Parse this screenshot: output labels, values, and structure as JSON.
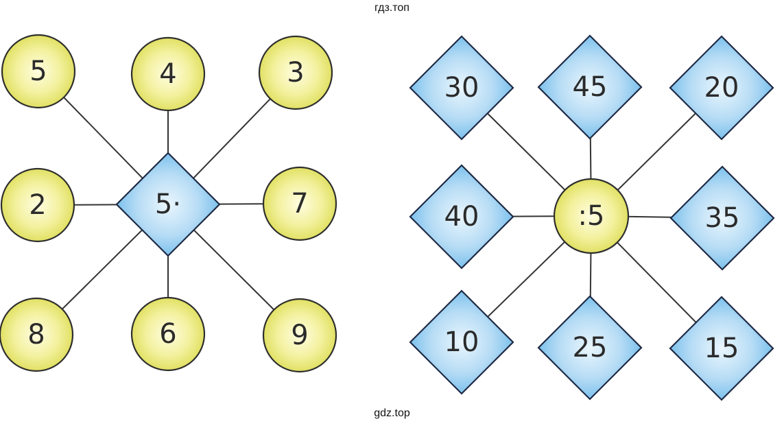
{
  "watermarks": {
    "top": "гдз.топ",
    "bottom": "gdz.top"
  },
  "colors": {
    "circle_center": "#fffde0",
    "circle_edge": "#dcdc55",
    "diamond_center": "#eaf6fd",
    "diamond_edge": "#5fb3e8",
    "stroke": "#2e2e2e"
  },
  "left_star": {
    "center": "5·",
    "outer": [
      "5",
      "4",
      "3",
      "2",
      "7",
      "8",
      "6",
      "9"
    ]
  },
  "right_star": {
    "center": ":5",
    "outer": [
      "30",
      "45",
      "20",
      "40",
      "35",
      "10",
      "25",
      "15"
    ]
  }
}
